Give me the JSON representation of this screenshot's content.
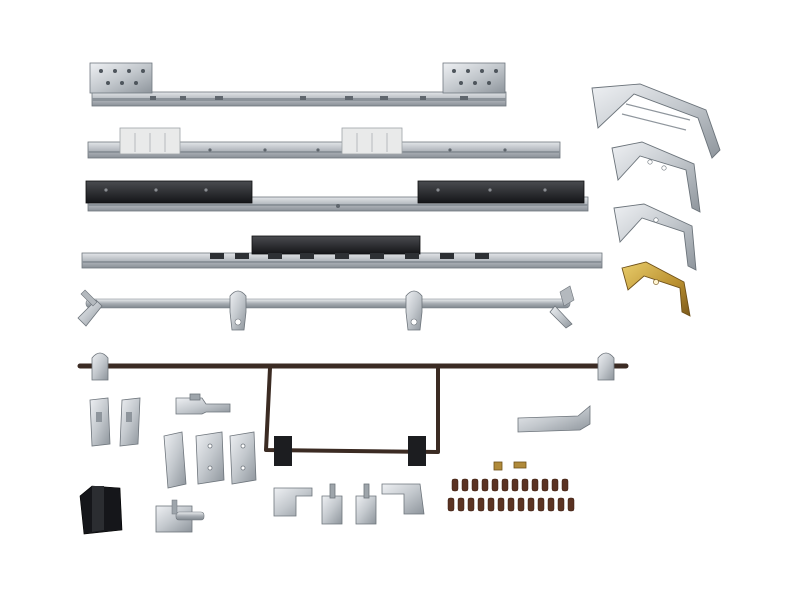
{
  "scene": {
    "background": "#ffffff",
    "subject": "hardware-kit",
    "colors": {
      "steel": "#b9bec4",
      "steel_dark": "#7d848b",
      "steel_light": "#dde1e5",
      "zinc": "#c8ccd0",
      "black": "#1e1f22",
      "brown_rod": "#3a2a22",
      "white_plastic": "#e6e6e6",
      "yellow_zinc": "#c9a53c",
      "brass": "#b08a3a",
      "dowel": "#5a3222"
    },
    "items": [
      {
        "name": "slide-rail-with-end-plates"
      },
      {
        "name": "slide-rail-with-white-blocks"
      },
      {
        "name": "slide-rail-with-black-carriers"
      },
      {
        "name": "slide-rail-with-center-carrier"
      },
      {
        "name": "support-rod-with-brackets"
      },
      {
        "name": "lift-frame"
      },
      {
        "name": "corner-brackets"
      },
      {
        "name": "small-fittings"
      },
      {
        "name": "wood-dowels"
      },
      {
        "name": "rubber-stop"
      },
      {
        "name": "barrel-bolt"
      }
    ]
  }
}
